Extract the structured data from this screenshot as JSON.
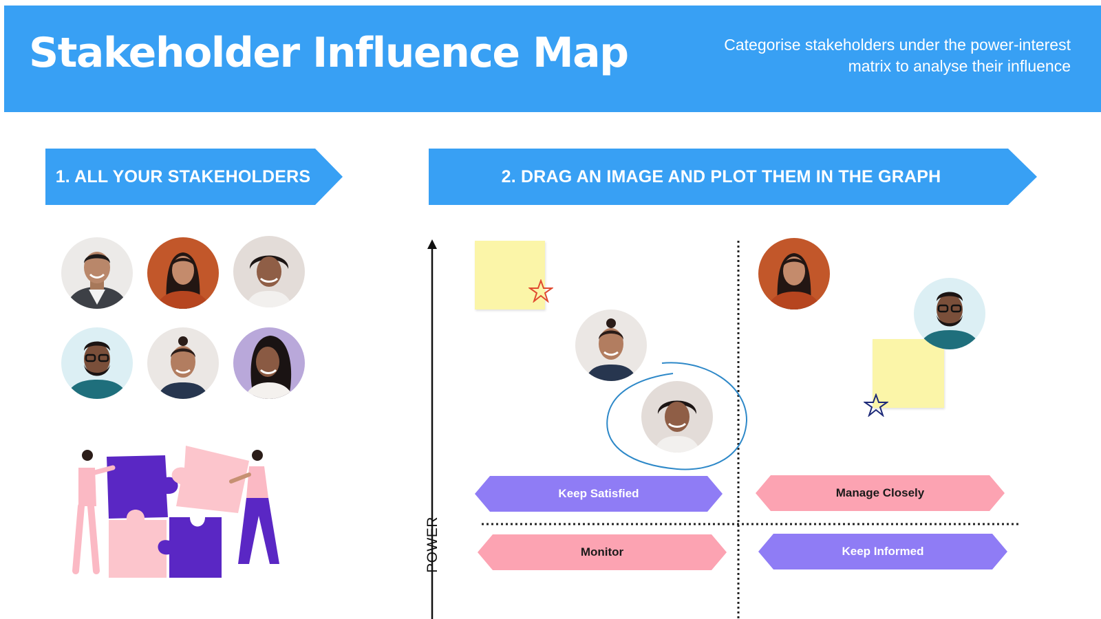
{
  "header": {
    "title": "Stakeholder Influence Map",
    "subtitle": "Categorise stakeholders under the power-interest matrix to analyse their influence"
  },
  "steps": [
    {
      "label": "1. ALL YOUR STAKEHOLDERS"
    },
    {
      "label": "2. DRAG AN IMAGE AND PLOT THEM IN THE GRAPH"
    }
  ],
  "graph": {
    "y_axis_label": "POWER",
    "quadrants": [
      {
        "label": "Keep Satisfied",
        "color": "#8f7cf5",
        "text_color": "#ffffff"
      },
      {
        "label": "Manage Closely",
        "color": "#fca3b2",
        "text_color": "#1a1a1a"
      },
      {
        "label": "Monitor",
        "color": "#fca3b2",
        "text_color": "#1a1a1a"
      },
      {
        "label": "Keep Informed",
        "color": "#8f7cf5",
        "text_color": "#ffffff"
      }
    ]
  },
  "colors": {
    "brand_blue": "#38a0f4",
    "purple": "#8f7cf5",
    "pink": "#fca3b2",
    "sticky_note": "#fbf5a8"
  }
}
